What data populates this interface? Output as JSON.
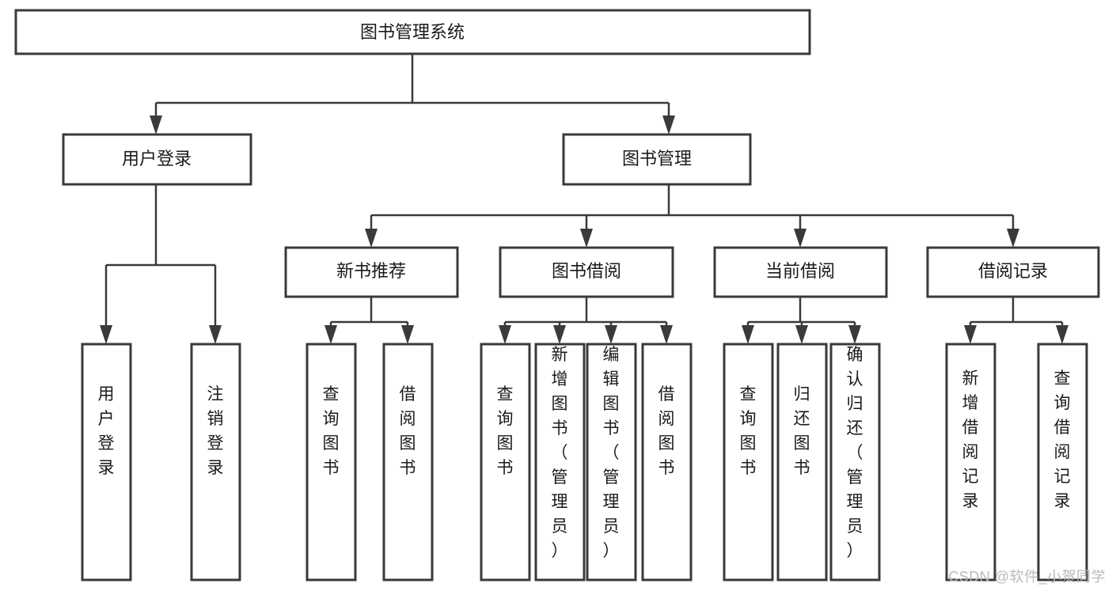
{
  "diagram": {
    "type": "tree",
    "title": "图书管理系统",
    "watermark": "CSDN @软件_小贺同学",
    "colors": {
      "stroke": "#3a3a3a",
      "fill": "#ffffff",
      "text": "#1a1a1a",
      "watermark": "#b9b9b9",
      "background": "#ffffff"
    },
    "root": {
      "label": "图书管理系统"
    },
    "level2": [
      {
        "label": "用户登录"
      },
      {
        "label": "图书管理"
      }
    ],
    "level3": [
      {
        "label": "新书推荐"
      },
      {
        "label": "图书借阅"
      },
      {
        "label": "当前借阅"
      },
      {
        "label": "借阅记录"
      }
    ],
    "leaves": {
      "user_login": [
        {
          "label": "用户登录"
        },
        {
          "label": "注销登录"
        }
      ],
      "new_book_recommend": [
        {
          "label": "查询图书"
        },
        {
          "label": "借阅图书"
        }
      ],
      "book_borrow": [
        {
          "label": "查询图书"
        },
        {
          "label": "新增图书（管理员）"
        },
        {
          "label": "编辑图书（管理员）"
        },
        {
          "label": "借阅图书"
        }
      ],
      "current_borrow": [
        {
          "label": "查询图书"
        },
        {
          "label": "归还图书"
        },
        {
          "label": "确认归还（管理员）"
        }
      ],
      "borrow_record": [
        {
          "label": "新增借阅记录"
        },
        {
          "label": "查询借阅记录"
        }
      ]
    }
  }
}
